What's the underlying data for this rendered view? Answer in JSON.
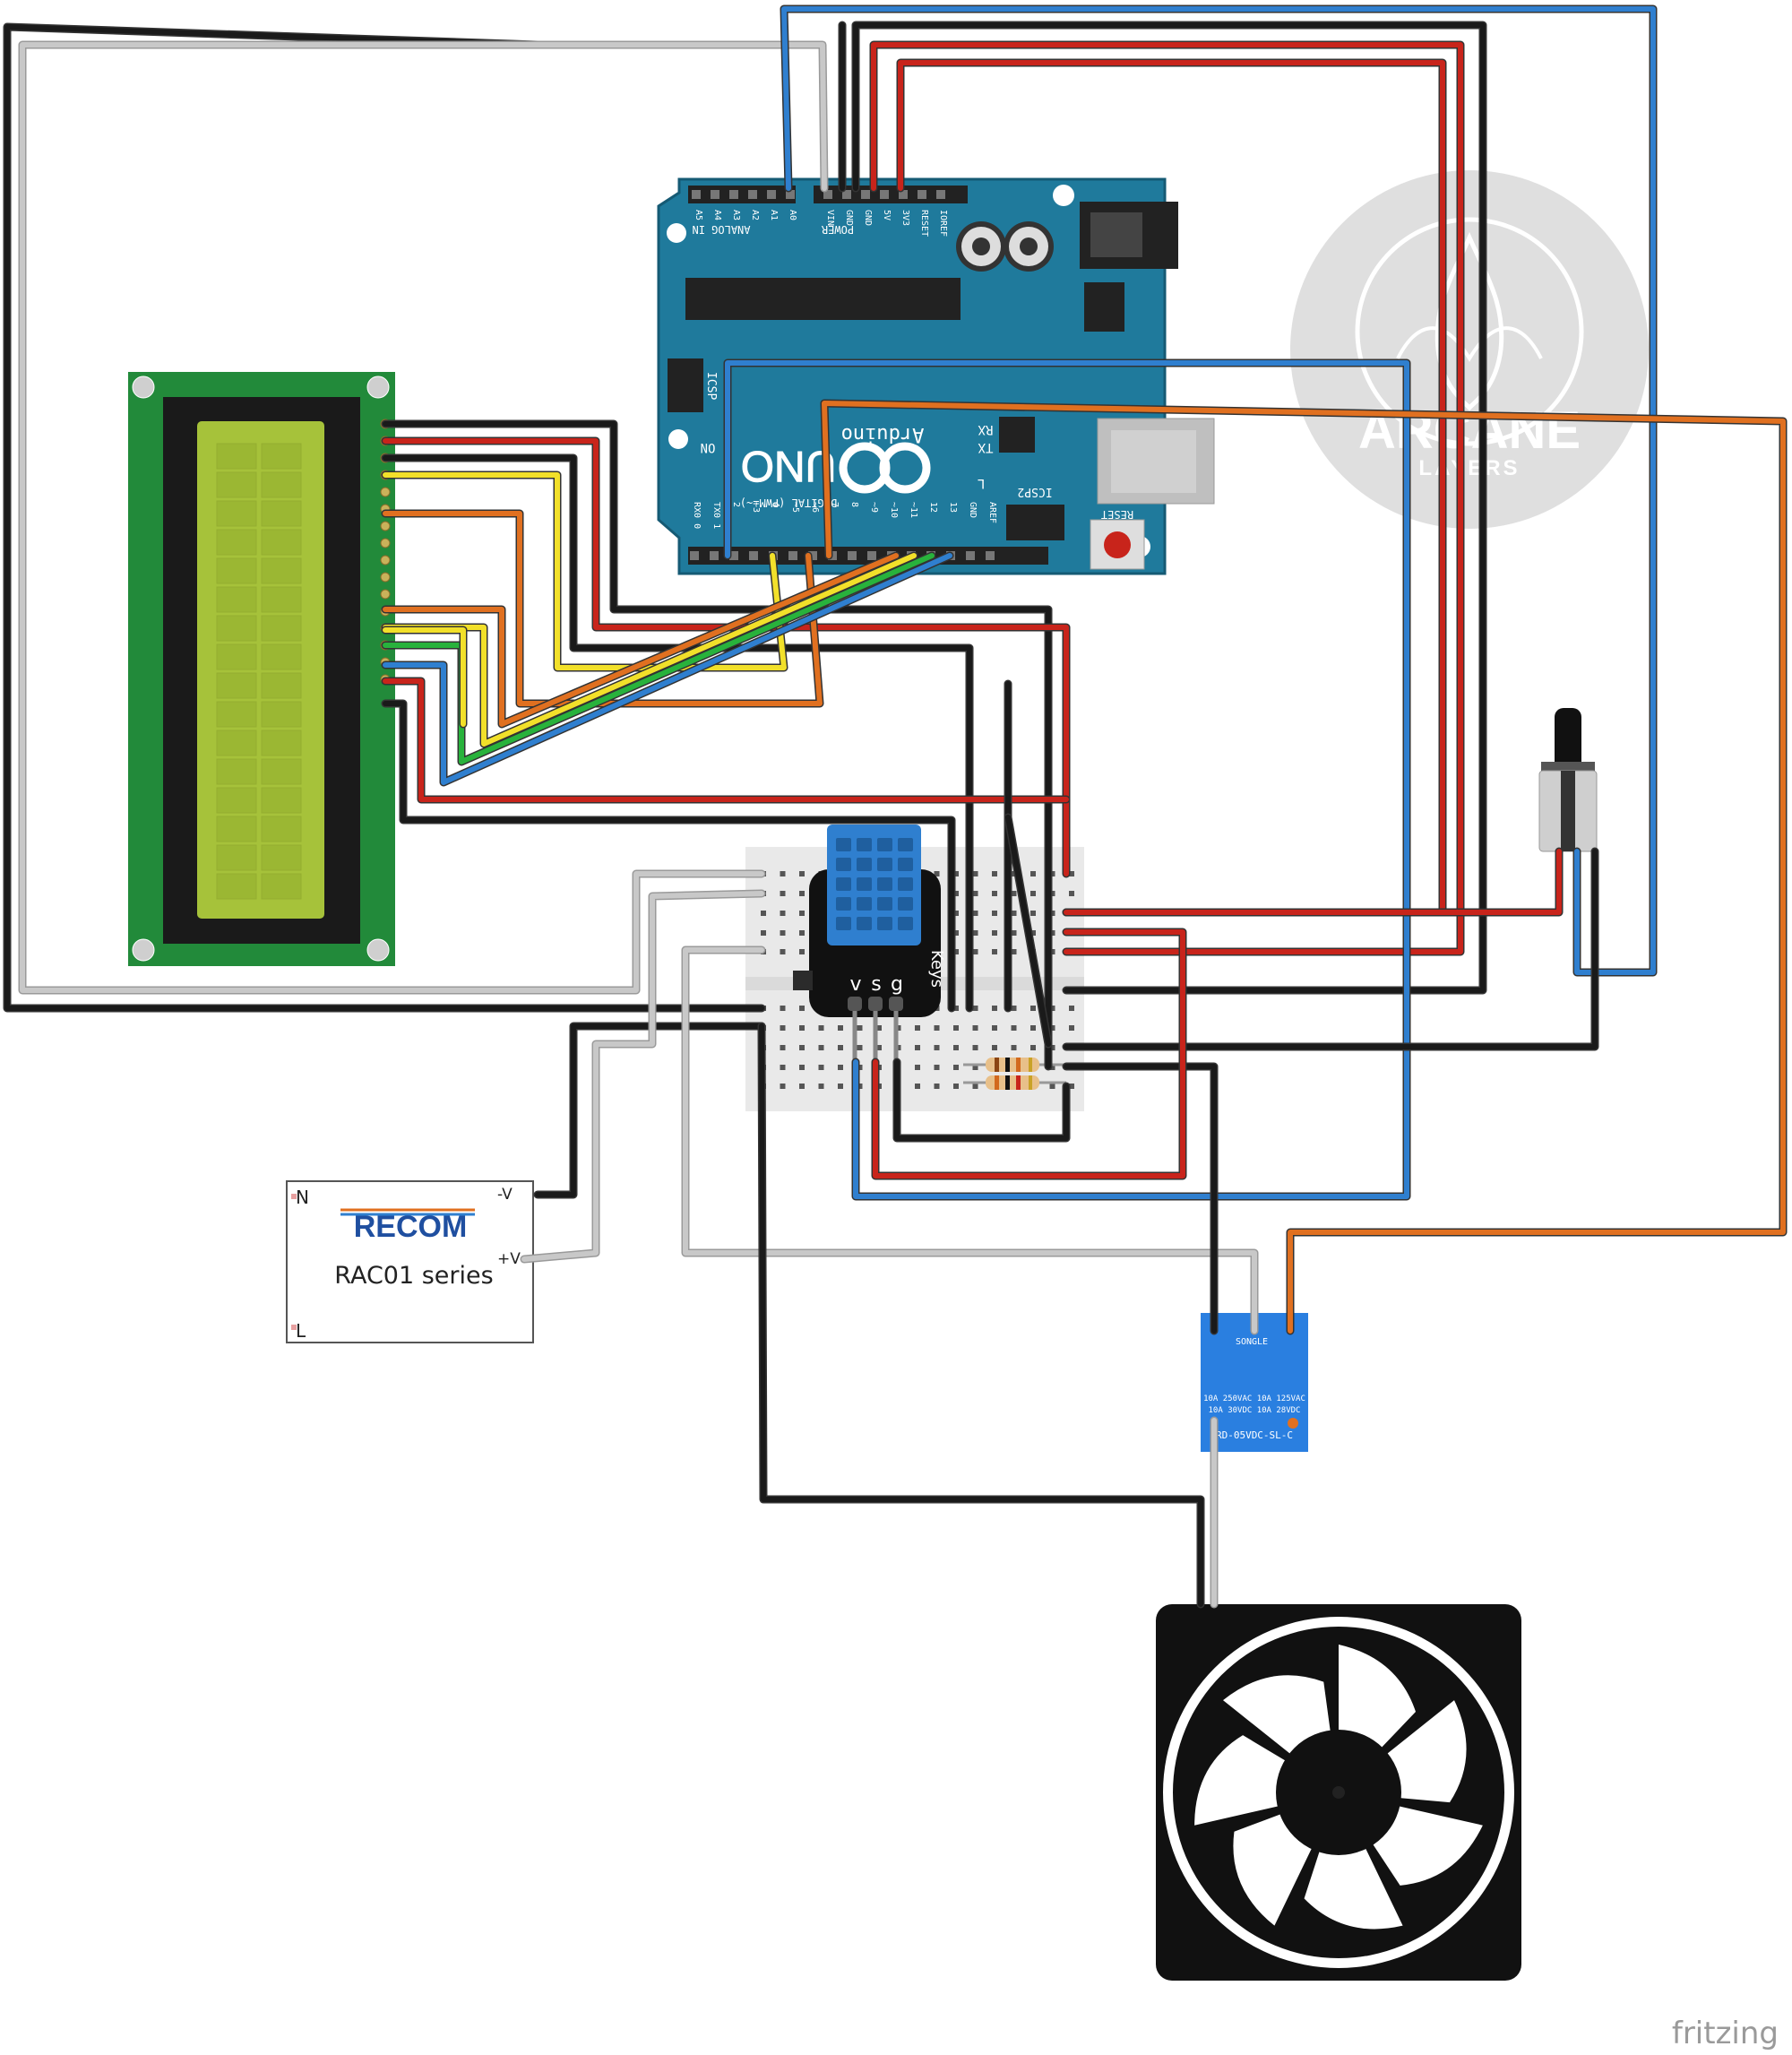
{
  "arduino": {
    "brand": "Arduino",
    "model": "UNO",
    "on_label": "ON",
    "l_label": "L",
    "tx_label": "TX",
    "rx_label": "RX",
    "icsp_label": "ICSP",
    "icsp2_label": "ICSP2",
    "reset_label": "RESET",
    "analog_label": "ANALOG IN",
    "power_label": "POWER",
    "digital_label": "DIGITAL (PWM=~)",
    "analog_pins": [
      "A5",
      "A4",
      "A3",
      "A2",
      "A1",
      "A0"
    ],
    "power_pins": [
      "VIN",
      "GND",
      "GND",
      "5V",
      "3V3",
      "RESET",
      "IOREF"
    ],
    "digital_pins": [
      "RX0 0",
      "TX0 1",
      "2",
      "~3",
      "4",
      "~5",
      "~6",
      "7",
      "8",
      "~9",
      "~10",
      "~11",
      "12",
      "13",
      "GND",
      "AREF"
    ]
  },
  "sensor": {
    "pin_v": "v",
    "pin_s": "s",
    "pin_g": "g",
    "brand": "Keys"
  },
  "power_module": {
    "logo": "RECOM",
    "series": "RAC01 series",
    "pin_n": "N",
    "pin_l": "L",
    "pin_minus": "-V",
    "pin_plus": "+V"
  },
  "relay": {
    "brand": "SONGLE",
    "rating_1": "10A 250VAC 10A 125VAC",
    "rating_2": "10A 30VDC  10A 28VDC",
    "model": "RD-05VDC-SL-C"
  },
  "watermark": {
    "line1": "ARCANE",
    "line2": "LAYERS"
  },
  "footer": {
    "credit": "fritzing"
  },
  "colors": {
    "wire_black": "#1a1a1a",
    "wire_red": "#c8241b",
    "wire_blue": "#2f7fcf",
    "wire_white": "#c8c8c8",
    "wire_yellow": "#f2e02a",
    "wire_orange": "#e07020",
    "wire_green": "#28b23c",
    "arduino_board": "#1f7a9c",
    "lcd_pcb": "#228a3a",
    "lcd_screen": "#a6c23a",
    "relay_body": "#2a7fe0"
  }
}
